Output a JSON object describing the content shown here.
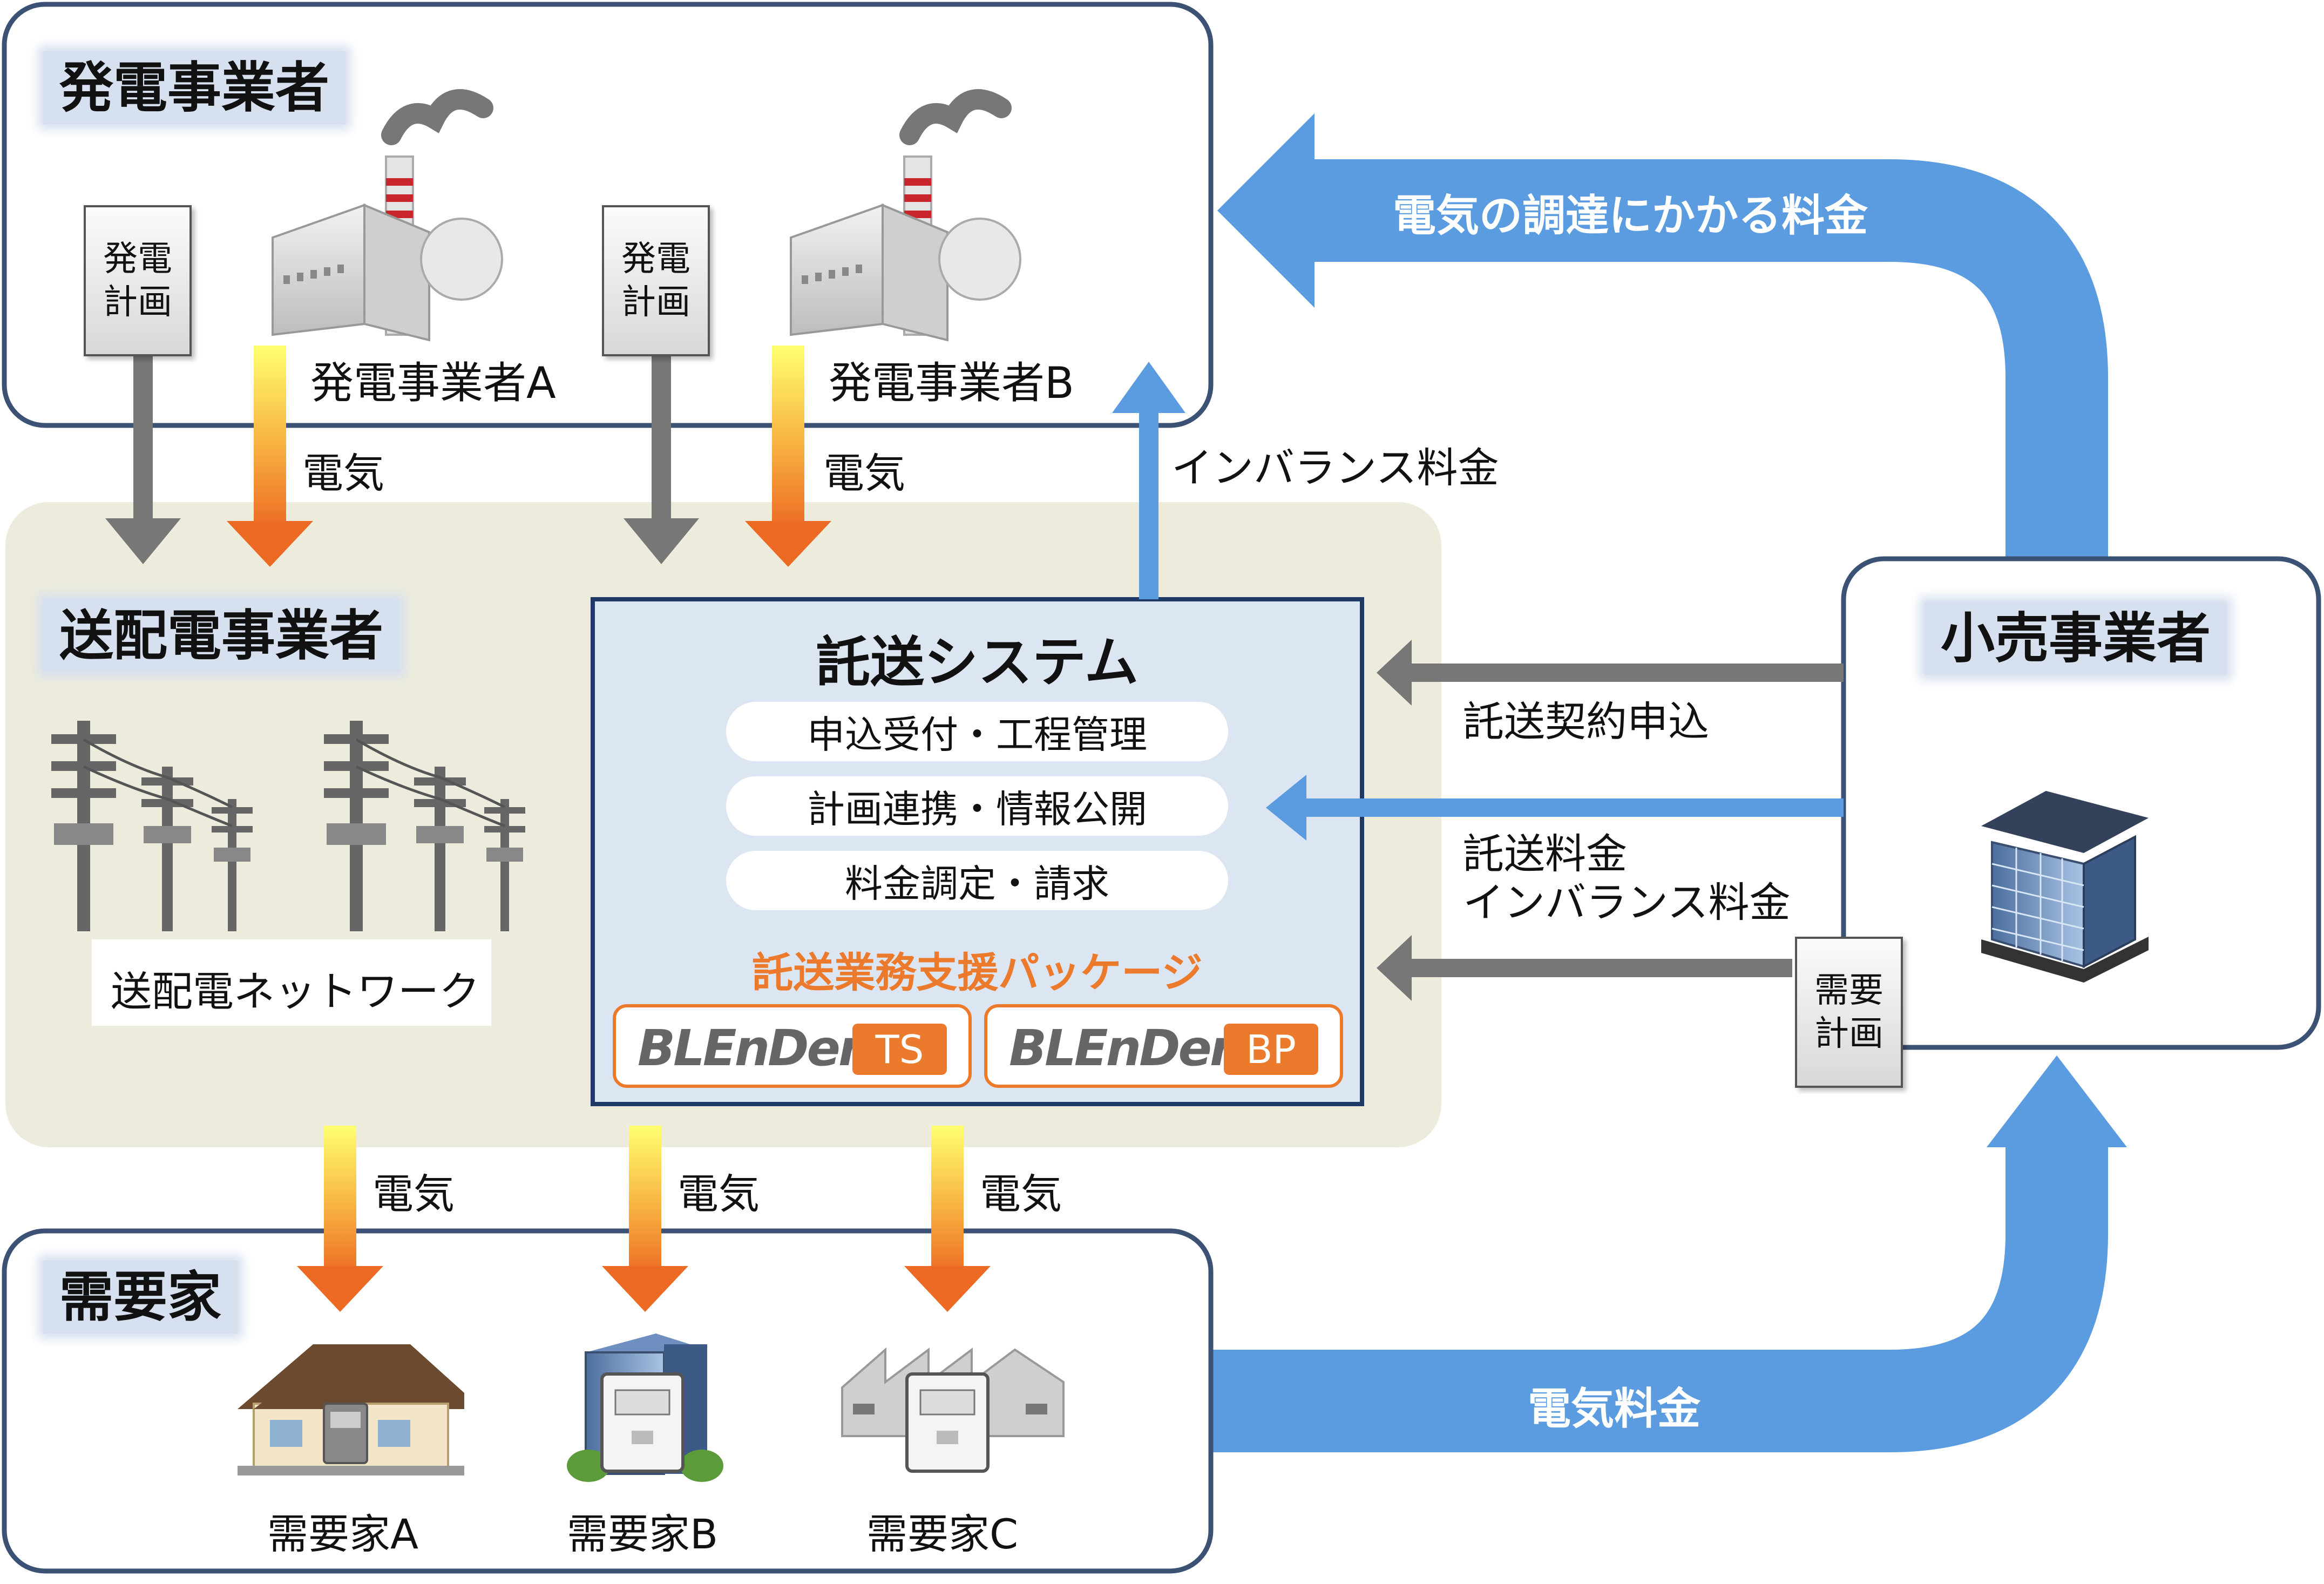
{
  "generators": {
    "title": "発電事業者",
    "plan_doc": [
      "発電",
      "計画"
    ],
    "generator_a": "発電事業者A",
    "generator_b": "発電事業者B"
  },
  "transmission": {
    "title": "送配電事業者",
    "network_label": "送配電ネットワーク"
  },
  "system": {
    "title": "託送システム",
    "functions": [
      "申込受付・工程管理",
      "計画連携・情報公開",
      "料金調定・請求"
    ],
    "package_label": "託送業務支援パッケージ",
    "products": [
      {
        "logo": "BLEnDer",
        "tag": "TS"
      },
      {
        "logo": "BLEnDer",
        "tag": "BP"
      }
    ]
  },
  "retailer": {
    "title": "小売事業者",
    "plan_doc": [
      "需要",
      "計画"
    ]
  },
  "consumers": {
    "title": "需要家",
    "items": [
      "需要家A",
      "需要家B",
      "需要家C"
    ]
  },
  "flows": {
    "electricity": "電気",
    "procurement_fee": "電気の調達にかかる料金",
    "imbalance_fee": "インバランス料金",
    "contract_application": "託送契約申込",
    "wheeling_fee_line1": "託送料金",
    "wheeling_fee_line2": "インバランス料金",
    "electricity_fee": "電気料金"
  },
  "colors": {
    "blue_arrow": "#5b9be0",
    "gray_arrow": "#777777",
    "orange": "#ec7a2c",
    "yellow": "#ffff66",
    "box_border": "#3c5275",
    "transmission_bg": "#ecebdc",
    "system_bg": "#dce6f2",
    "title_highlight": "#d6e0ef"
  },
  "icons": [
    "factory-icon",
    "power-pole-icon",
    "office-building-icon",
    "house-icon",
    "meter-icon",
    "document-icon"
  ]
}
